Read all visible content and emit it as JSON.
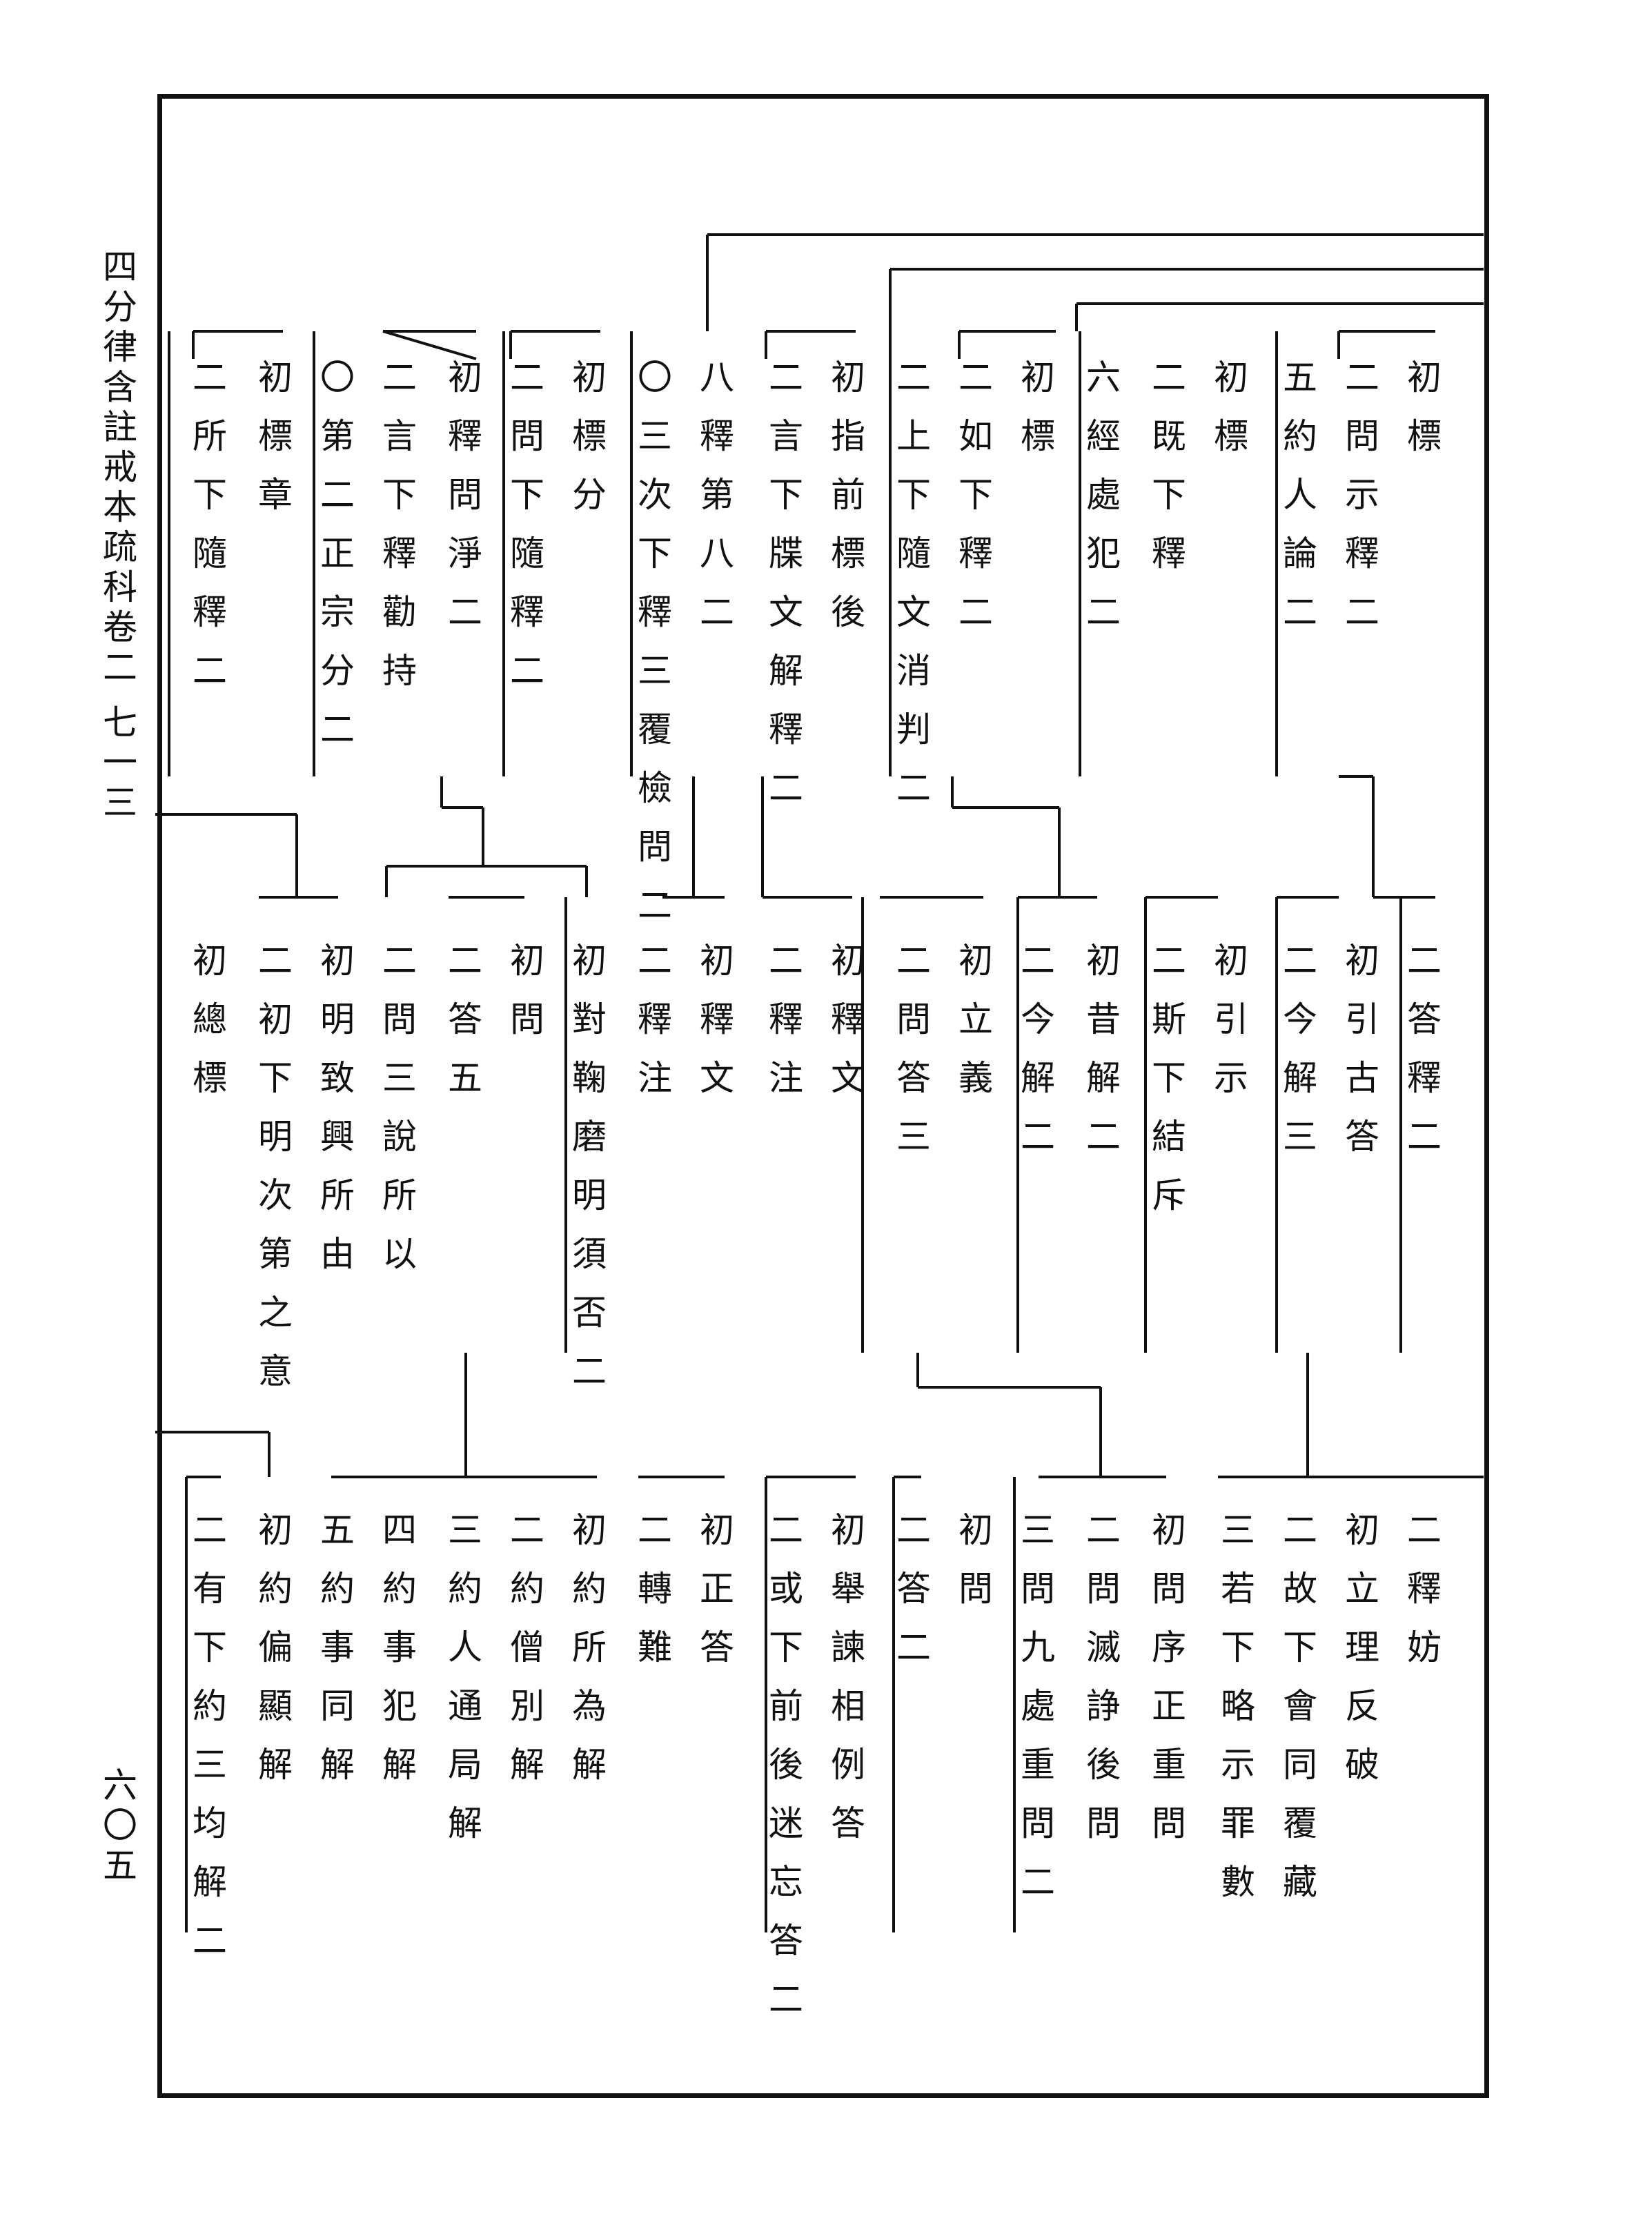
{
  "margin": {
    "title": "四分律含註戒本疏科卷二",
    "volume": "七一三",
    "folio": "六〇五"
  },
  "chart_data": {
    "type": "table",
    "entries": [
      "初標",
      "二問示釋二",
      "五約人論二",
      "初標",
      "二既下釋",
      "六經處犯二",
      "初標",
      "二如下釋二",
      "二上下隨文消判二",
      "初指前標後",
      "二言下牒文解釋二",
      "八釋第八二",
      "〇三次下釋三覆檢問二",
      "初標分",
      "二問下隨釋二",
      "初釋問淨二",
      "二言下釋勸持",
      "〇第二正宗分二",
      "初標章",
      "二所下隨釋二",
      "二答釋二",
      "初引古答",
      "二今解三",
      "初引示",
      "二斯下結斥",
      "初昔解二",
      "二今解二",
      "初立義",
      "二問答三",
      "初釋文",
      "二釋注",
      "初釋文",
      "二釋注",
      "初對鞠磨明須否二",
      "初問",
      "二答五",
      "二問三說所以",
      "初明致興所由",
      "二初下明次第之意",
      "初總標",
      "二釋妨",
      "初立理反破",
      "二故下會同覆藏",
      "三若下略示罪數",
      "初問序正重問",
      "二問滅諍後問",
      "三問九處重問二",
      "初問",
      "二答二",
      "初舉諫相例答",
      "二或下前後迷忘答二",
      "初正答",
      "二轉難",
      "初約所為解",
      "二約僧別解",
      "三約人通局解",
      "四約事犯解",
      "五約事同解",
      "初約偏顯解",
      "二有下約三均解二"
    ]
  }
}
